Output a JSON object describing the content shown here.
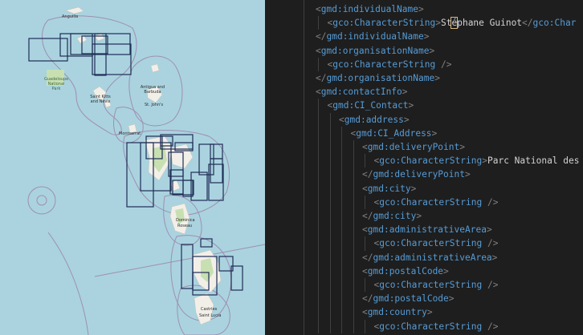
{
  "map": {
    "labels": {
      "anguilla": "Anguilla",
      "guadeloupe_nat_park": "Guadeloupe National Park",
      "st_kitts": "Saint Kitts and Nevis",
      "antigua": "Antigua and Barbuda",
      "st_johns": "St. John's",
      "montserrat": "Montserrat",
      "dominica": "Dominica",
      "roseau": "Roseau",
      "castries": "Castries",
      "saint_lucia": "Saint Lucia"
    },
    "colors": {
      "sea": "#aad3df",
      "land": "#f2efe9",
      "green": "#c8dfb2",
      "boundary": "#9e8fb0",
      "extent_box": "#1f2d56"
    }
  },
  "editor": {
    "colors": {
      "background": "#1e1e1e",
      "tag": "#569cd6",
      "text": "#d4d4d4",
      "punctuation": "#808080"
    },
    "lines": [
      {
        "indent": 0,
        "open": "<",
        "name": "gmd:individualName",
        "close": ">"
      },
      {
        "indent": 1,
        "open": "<",
        "name": "gco:CharacterString",
        "close": ">",
        "text_a": "St",
        "text_b": "é",
        "text_c": "phane Guinot",
        "end_open": "</",
        "end_name": "gco:Char"
      },
      {
        "indent": 0,
        "open": "</",
        "name": "gmd:individualName",
        "close": ">"
      },
      {
        "indent": 0,
        "open": "<",
        "name": "gmd:organisationName",
        "close": ">"
      },
      {
        "indent": 1,
        "open": "<",
        "name": "gco:CharacterString",
        "close": " />"
      },
      {
        "indent": 0,
        "open": "</",
        "name": "gmd:organisationName",
        "close": ">"
      },
      {
        "indent": 0,
        "open": "<",
        "name": "gmd:contactInfo",
        "close": ">"
      },
      {
        "indent": 1,
        "open": "<",
        "name": "gmd:CI_Contact",
        "close": ">"
      },
      {
        "indent": 2,
        "open": "<",
        "name": "gmd:address",
        "close": ">"
      },
      {
        "indent": 3,
        "open": "<",
        "name": "gmd:CI_Address",
        "close": ">"
      },
      {
        "indent": 4,
        "open": "<",
        "name": "gmd:deliveryPoint",
        "close": ">"
      },
      {
        "indent": 5,
        "open": "<",
        "name": "gco:CharacterString",
        "close": ">",
        "text_a": "Parc National des"
      },
      {
        "indent": 4,
        "open": "</",
        "name": "gmd:deliveryPoint",
        "close": ">"
      },
      {
        "indent": 4,
        "open": "<",
        "name": "gmd:city",
        "close": ">"
      },
      {
        "indent": 5,
        "open": "<",
        "name": "gco:CharacterString",
        "close": " />"
      },
      {
        "indent": 4,
        "open": "</",
        "name": "gmd:city",
        "close": ">"
      },
      {
        "indent": 4,
        "open": "<",
        "name": "gmd:administrativeArea",
        "close": ">"
      },
      {
        "indent": 5,
        "open": "<",
        "name": "gco:CharacterString",
        "close": " />"
      },
      {
        "indent": 4,
        "open": "</",
        "name": "gmd:administrativeArea",
        "close": ">"
      },
      {
        "indent": 4,
        "open": "<",
        "name": "gmd:postalCode",
        "close": ">"
      },
      {
        "indent": 5,
        "open": "<",
        "name": "gco:CharacterString",
        "close": " />"
      },
      {
        "indent": 4,
        "open": "</",
        "name": "gmd:postalCode",
        "close": ">"
      },
      {
        "indent": 4,
        "open": "<",
        "name": "gmd:country",
        "close": ">"
      },
      {
        "indent": 5,
        "open": "<",
        "name": "gco:CharacterString",
        "close": " />"
      }
    ]
  }
}
